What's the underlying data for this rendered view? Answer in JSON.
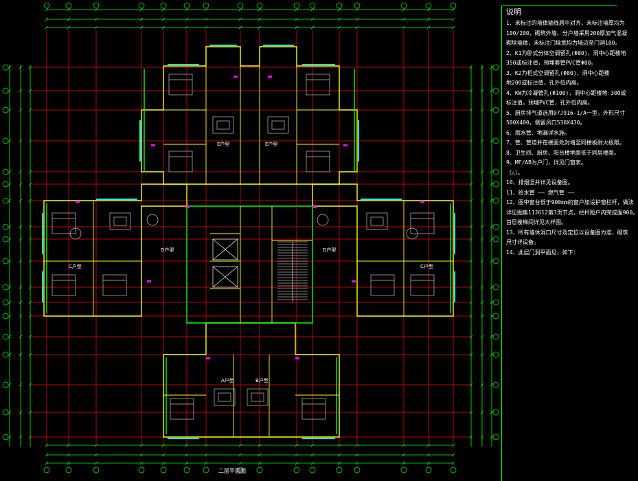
{
  "notes": {
    "title": "说明",
    "lines": [
      "1、未标注的墙体轴线居中对齐，未标注墙厚均为",
      "100/200，砌筑外墙、分户墙采用200厚加气混凝",
      "砌块墙体，未标注门垛宽均为墙边至门洞100。",
      "2、K1为卧式分体空调留孔(Φ80)，洞中心距楼地",
      "350或标注值，预埋套管PVC管Φ80。",
      "3、K2为柜式空调留孔(Φ80)，洞中心距楼",
      "地200或标注值，孔外低内高。",
      "4、KW为冷凝管孔(Φ100)，洞中心距楼地 300或",
      "标注值，预埋PVC管，孔外低内高。",
      "5、厨房排气道选用07J916-1/A一型，外形尺寸",
      "500X400，侧留风口530X430。",
      "6、雨水管、地漏详水施。",
      "7、管、管道井在楼面处封堵至同楼板耐火极限。",
      "8、卫生间、厨房、阳台楼地面低于同层楼面。",
      "9、MF/AB为户门，详见门窗表。",
      "（△）。",
      "10、排烟竖井详见设备图。",
      "11、给水管 —— 燃气管 ——",
      "12、图中窗台低于900mm的窗户加设护窗栏杆，做法",
      "详见图集11J612第3页节点，栏杆距户内完成面900。",
      "首层楼梯间详见大样图。",
      "13、所有墙体洞口尺寸及定位以设备图为准，砌筑",
      "尺寸详设备。",
      "14、此层门洞平面见，如下："
    ]
  },
  "plan": {
    "room_labels": [
      "E户型",
      "E户型",
      "D户型",
      "D户型",
      "A户型",
      "B户型",
      "C户型",
      "C户型"
    ],
    "drawing_title": "二层平面图"
  },
  "colors": {
    "background": "#000000",
    "grid": "#ff0000",
    "dimension": "#00ff00",
    "wall": "#ffff00",
    "furniture": "#c0c0c0",
    "window": "#00ffff",
    "text": "#ffffff",
    "tag": "#ff00ff"
  }
}
